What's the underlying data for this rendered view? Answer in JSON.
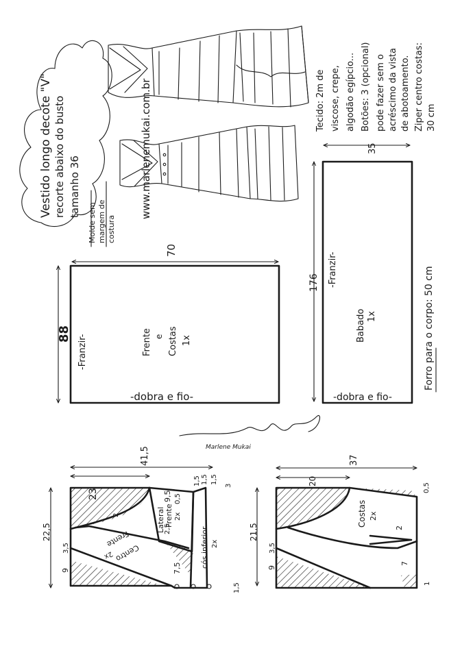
{
  "title_block": {
    "line1": "Vestido longo decote \"V\"",
    "line2": "recorte abaixo do busto",
    "line3": "tamanho 36"
  },
  "website": "www.marlenemukai.com.br",
  "note_seam": [
    "Molde sem",
    "margem de",
    "costura"
  ],
  "materials": [
    "Tecido: 2m de",
    "viscose, crepe,",
    "algodão egípcio...",
    "Botões: 3 (opcional)",
    "pode fazer sem o",
    "acréscimo da vista",
    "de abotoamento.",
    "Ziper centro costas:",
    "30 cm"
  ],
  "lining_note": "Forro para o corpo: 50 cm",
  "signature": "Marlene Mukai",
  "skirt": {
    "width": "70",
    "height": "88",
    "gather": "-Franzir-",
    "labels": [
      "Frente",
      "e",
      "Costas",
      "1x"
    ],
    "fold": "-dobra e fio-"
  },
  "ruffle": {
    "width": "35",
    "height": "176",
    "gather": "-Franzir-",
    "labels": [
      "Babado",
      "1x"
    ],
    "fold": "-dobra e fio-"
  },
  "front_bodice": {
    "dims": [
      "23",
      "41,5",
      "9,5",
      "1,5",
      "1,5",
      "1,5",
      "3",
      "22,5",
      "3,5",
      "9",
      "2",
      "2,5",
      "0,5",
      "7,5",
      "1,5"
    ],
    "labels": {
      "center": [
        "Centro",
        "Frente",
        "2x"
      ],
      "side": [
        "Lateral",
        "Frente",
        "2x"
      ],
      "waist": [
        "cós inferior",
        "2x"
      ]
    }
  },
  "back_bodice": {
    "dims": [
      "20",
      "37",
      "0,5",
      "21,5",
      "3,5",
      "9",
      "2",
      "7",
      "1"
    ],
    "labels": [
      "Costas",
      "2x"
    ]
  }
}
